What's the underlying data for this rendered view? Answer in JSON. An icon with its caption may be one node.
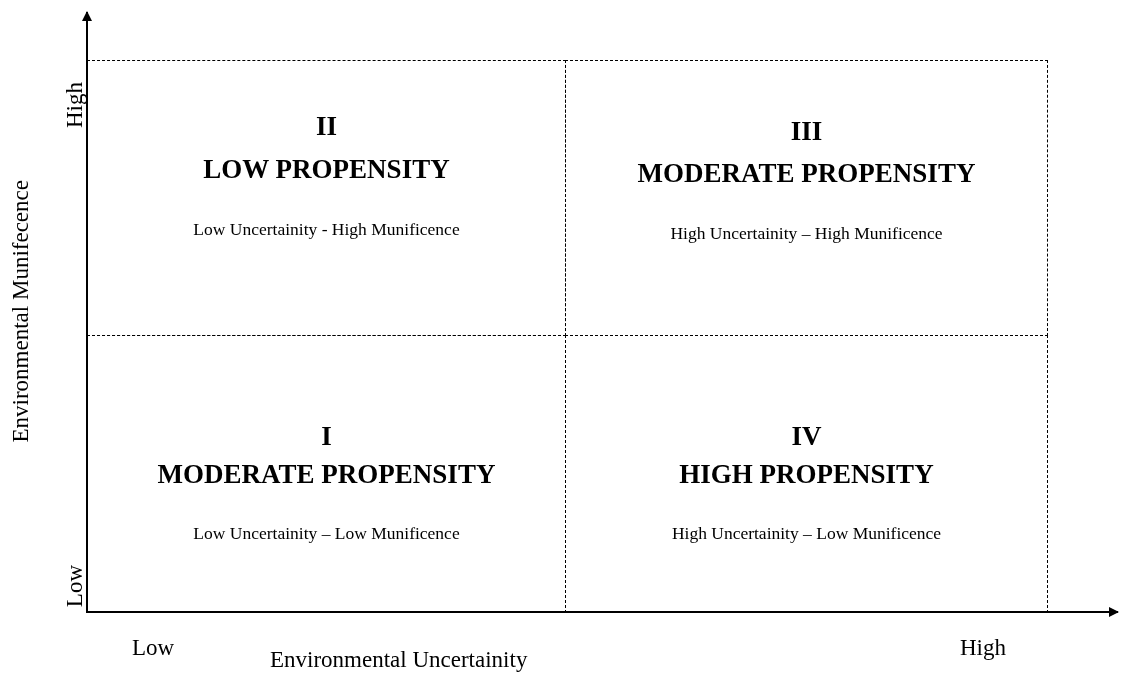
{
  "diagram": {
    "nodes": [
      {
        "text": [
          "II",
          "LOW PROPENSITY",
          "Low Uncertainity - High Munificence"
        ]
      },
      {
        "text": [
          "III",
          "MODERATE PROPENSITY",
          "High Uncertainity – High Munificence"
        ]
      },
      {
        "text": [
          "I",
          "MODERATE PROPENSITY",
          "Low Uncertainity – Low Munificence"
        ]
      },
      {
        "text": [
          "IV",
          "HIGH PROPENSITY",
          "High Uncertainity – Low Munificence"
        ]
      }
    ],
    "edges": [],
    "labels": [
      "High",
      "Environmental Munifecence",
      "Low",
      "Low",
      "Environmental Uncertainity",
      "High"
    ]
  }
}
